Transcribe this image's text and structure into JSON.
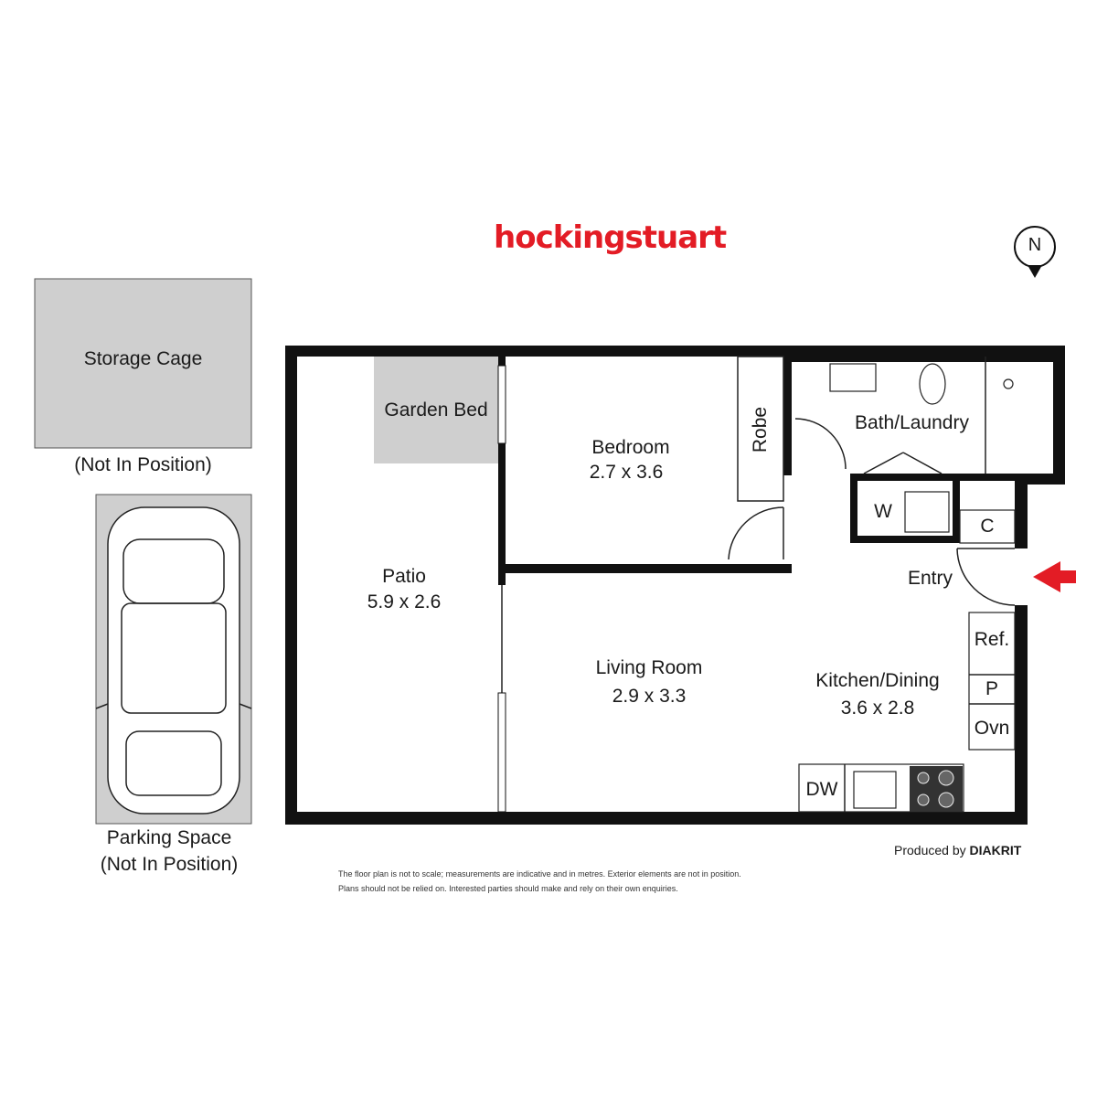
{
  "brand": "hockingstuart",
  "compass": "N",
  "storage": {
    "title": "Storage Cage",
    "note": "(Not In Position)"
  },
  "parking": {
    "title": "Parking Space",
    "note": "(Not In Position)"
  },
  "rooms": {
    "garden_bed": "Garden Bed",
    "robe": "Robe",
    "bedroom": {
      "name": "Bedroom",
      "size": "2.7 x 3.6"
    },
    "bath": "Bath/Laundry",
    "patio": {
      "name": "Patio",
      "size": "5.9 x 2.6"
    },
    "living": {
      "name": "Living Room",
      "size": "2.9 x 3.3"
    },
    "kitchen": {
      "name": "Kitchen/Dining",
      "size": "3.6 x 2.8"
    },
    "entry": "Entry",
    "w": "W",
    "c": "C",
    "ref": "Ref.",
    "p": "P",
    "ovn": "Ovn",
    "dw": "DW"
  },
  "produced_by": {
    "prefix": "Produced by",
    "brand": "DIAKRIT"
  },
  "disclaimer": [
    "The floor plan is not to scale; measurements are indicative and in metres. Exterior elements are not in position.",
    "Plans should not be relied on. Interested parties should make and rely on their own enquiries."
  ],
  "colors": {
    "brand": "#e31c25",
    "wall": "#111111",
    "grey_fill": "#cfcfcf",
    "arrow": "#e31c25"
  }
}
